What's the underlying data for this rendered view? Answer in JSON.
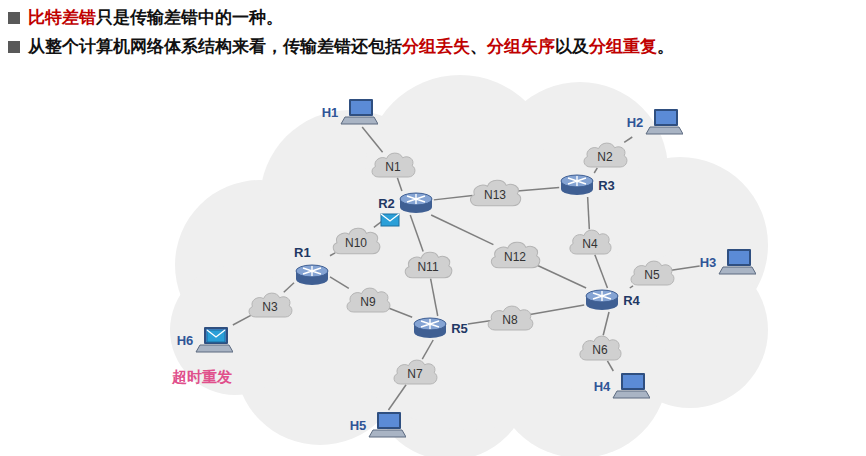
{
  "diagram": {
    "nodes": [
      {
        "text": [
          "H1"
        ]
      },
      {
        "text": [
          "N1"
        ]
      },
      {
        "text": [
          "H2"
        ]
      },
      {
        "text": [
          "N2"
        ]
      },
      {
        "text": [
          "R2"
        ]
      },
      {
        "text": [
          "N13"
        ]
      },
      {
        "text": [
          "R3"
        ]
      },
      {
        "text": [
          "N10"
        ]
      },
      {
        "text": [
          "R1"
        ]
      },
      {
        "text": [
          "N4"
        ]
      },
      {
        "text": [
          "N11"
        ]
      },
      {
        "text": [
          "N12"
        ]
      },
      {
        "text": [
          "H3"
        ]
      },
      {
        "text": [
          "N5"
        ]
      },
      {
        "text": [
          "R4"
        ]
      },
      {
        "text": [
          "N9"
        ]
      },
      {
        "text": [
          "N3"
        ]
      },
      {
        "text": [
          "H6"
        ]
      },
      {
        "text": [
          "R5"
        ]
      },
      {
        "text": [
          "N8"
        ]
      },
      {
        "text": [
          "N6"
        ]
      },
      {
        "text": [
          "N7"
        ]
      },
      {
        "text": [
          "H4"
        ]
      },
      {
        "text": [
          "H5"
        ]
      }
    ],
    "edges": [
      {
        "from": 0,
        "to": 1,
        "arrow": "none"
      },
      {
        "from": 1,
        "to": 4,
        "arrow": "none"
      },
      {
        "from": 4,
        "to": 5,
        "arrow": "none"
      },
      {
        "from": 5,
        "to": 6,
        "arrow": "none"
      },
      {
        "from": 6,
        "to": 3,
        "arrow": "none"
      },
      {
        "from": 3,
        "to": 2,
        "arrow": "none"
      },
      {
        "from": 6,
        "to": 9,
        "arrow": "none"
      },
      {
        "from": 9,
        "to": 14,
        "arrow": "none"
      },
      {
        "from": 14,
        "to": 13,
        "arrow": "none"
      },
      {
        "from": 13,
        "to": 12,
        "arrow": "none"
      },
      {
        "from": 14,
        "to": 20,
        "arrow": "none"
      },
      {
        "from": 20,
        "to": 22,
        "arrow": "none"
      },
      {
        "from": 4,
        "to": 11,
        "arrow": "none"
      },
      {
        "from": 11,
        "to": 14,
        "arrow": "none"
      },
      {
        "from": 4,
        "to": 10,
        "arrow": "none"
      },
      {
        "from": 10,
        "to": 18,
        "arrow": "none"
      },
      {
        "from": 4,
        "to": 7,
        "arrow": "none"
      },
      {
        "from": 7,
        "to": 8,
        "arrow": "none"
      },
      {
        "from": 8,
        "to": 15,
        "arrow": "none"
      },
      {
        "from": 15,
        "to": 18,
        "arrow": "none"
      },
      {
        "from": 18,
        "to": 19,
        "arrow": "none"
      },
      {
        "from": 19,
        "to": 14,
        "arrow": "none"
      },
      {
        "from": 8,
        "to": 16,
        "arrow": "none"
      },
      {
        "from": 16,
        "to": 17,
        "arrow": "none"
      },
      {
        "from": 18,
        "to": 21,
        "arrow": "none"
      },
      {
        "from": 21,
        "to": 23,
        "arrow": "none"
      }
    ],
    "labels": [
      "比特差错",
      "只是传输差错中的一种。",
      "从整个计算机网络体系结构来看，传输差错还包括",
      "分组丢失",
      "、",
      "分组失序",
      "以及",
      "分组重复",
      "。",
      "超时重发"
    ]
  }
}
